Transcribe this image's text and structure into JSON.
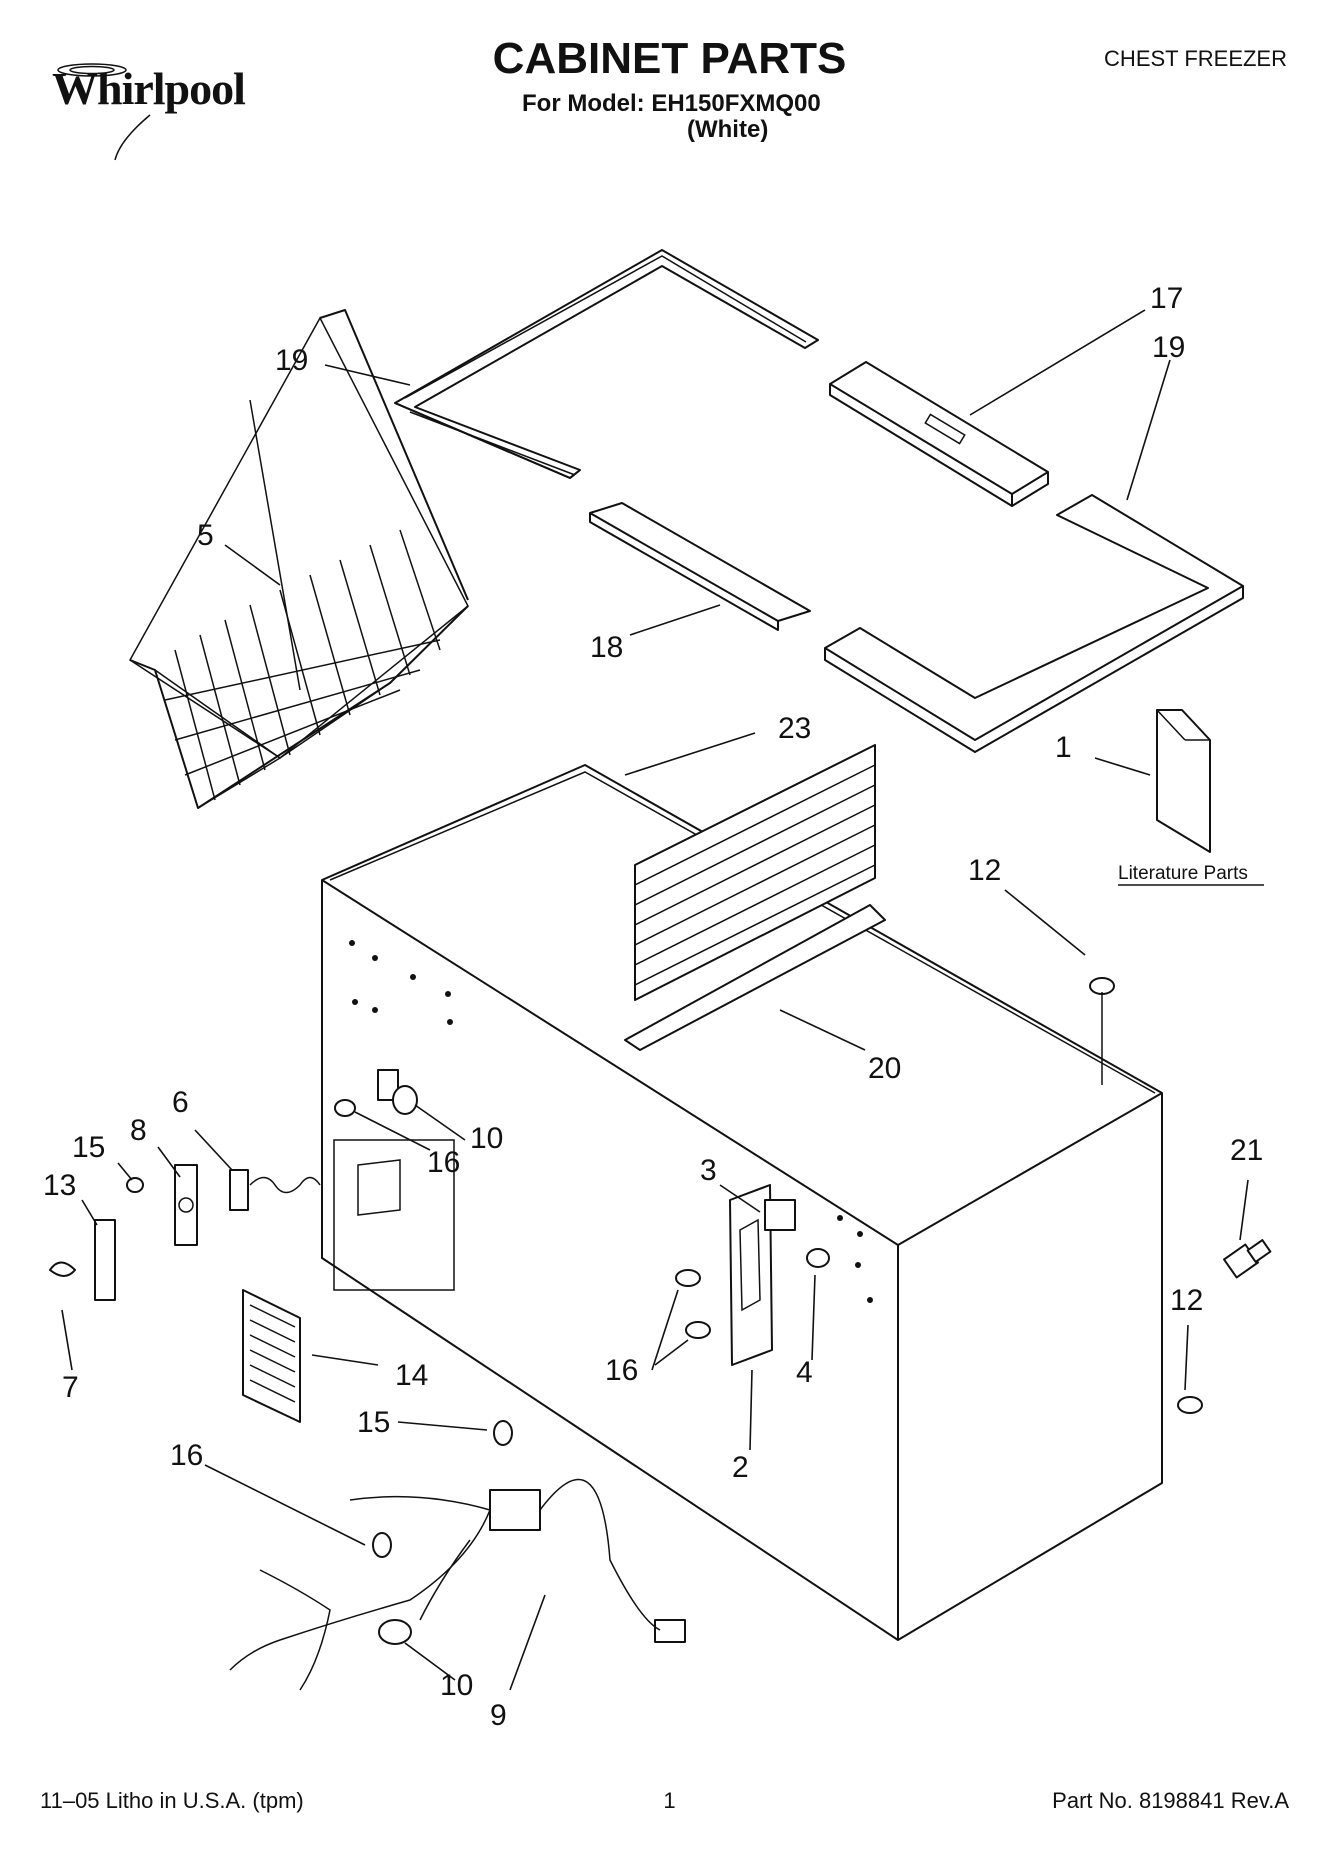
{
  "header": {
    "brand": "Whirlpool",
    "title": "CABINET PARTS",
    "model_line": "For Model: EH150FXMQ00",
    "color_line": "(White)",
    "product_type": "CHEST FREEZER"
  },
  "literature_label": "Literature Parts",
  "callouts": {
    "c1": "1",
    "c2": "2",
    "c3": "3",
    "c4": "4",
    "c5": "5",
    "c6": "6",
    "c7": "7",
    "c8": "8",
    "c9": "9",
    "c10a": "10",
    "c10b": "10",
    "c12a": "12",
    "c12b": "12",
    "c13": "13",
    "c14": "14",
    "c15a": "15",
    "c15b": "15",
    "c16a": "16",
    "c16b": "16",
    "c16c": "16",
    "c17": "17",
    "c18": "18",
    "c19a": "19",
    "c19b": "19",
    "c20": "20",
    "c21": "21",
    "c23": "23"
  },
  "footer": {
    "left": "11–05 Litho in U.S.A. (tpm)",
    "page": "1",
    "right": "Part No. 8198841 Rev.A"
  }
}
